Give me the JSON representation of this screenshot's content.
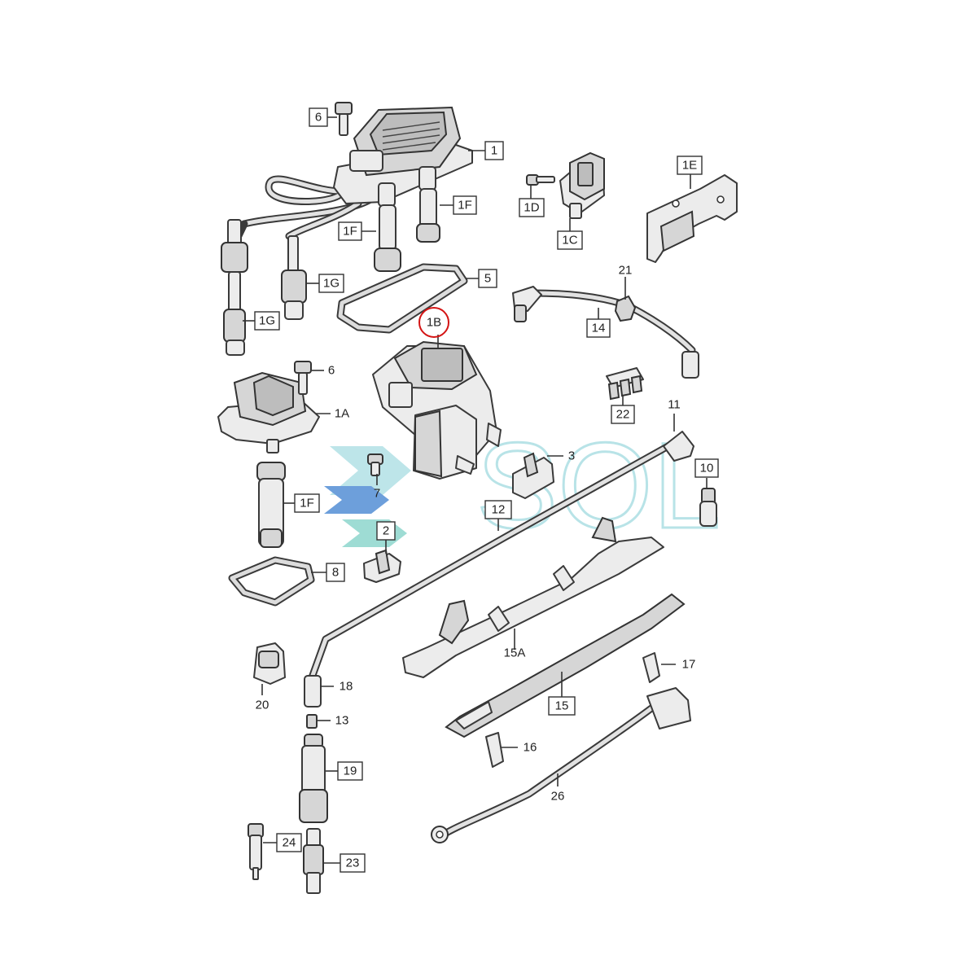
{
  "labels": {
    "p1": "1",
    "p1A": "1A",
    "p1B": "1B",
    "p1C": "1C",
    "p1D": "1D",
    "p1E": "1E",
    "p1F": "1F",
    "p1G": "1G",
    "p2": "2",
    "p3": "3",
    "p5": "5",
    "p6": "6",
    "p7": "7",
    "p8": "8",
    "p10": "10",
    "p11": "11",
    "p12": "12",
    "p13": "13",
    "p14": "14",
    "p15": "15",
    "p15A": "15A",
    "p16": "16",
    "p17": "17",
    "p18": "18",
    "p19": "19",
    "p20": "20",
    "p21": "21",
    "p22": "22",
    "p23": "23",
    "p24": "24",
    "p26": "26"
  },
  "watermark": {
    "text": "SOL",
    "colors": [
      "#a7dde2",
      "#3d7fd0",
      "#7ed0c6"
    ]
  },
  "highlight_color": "#d41414"
}
